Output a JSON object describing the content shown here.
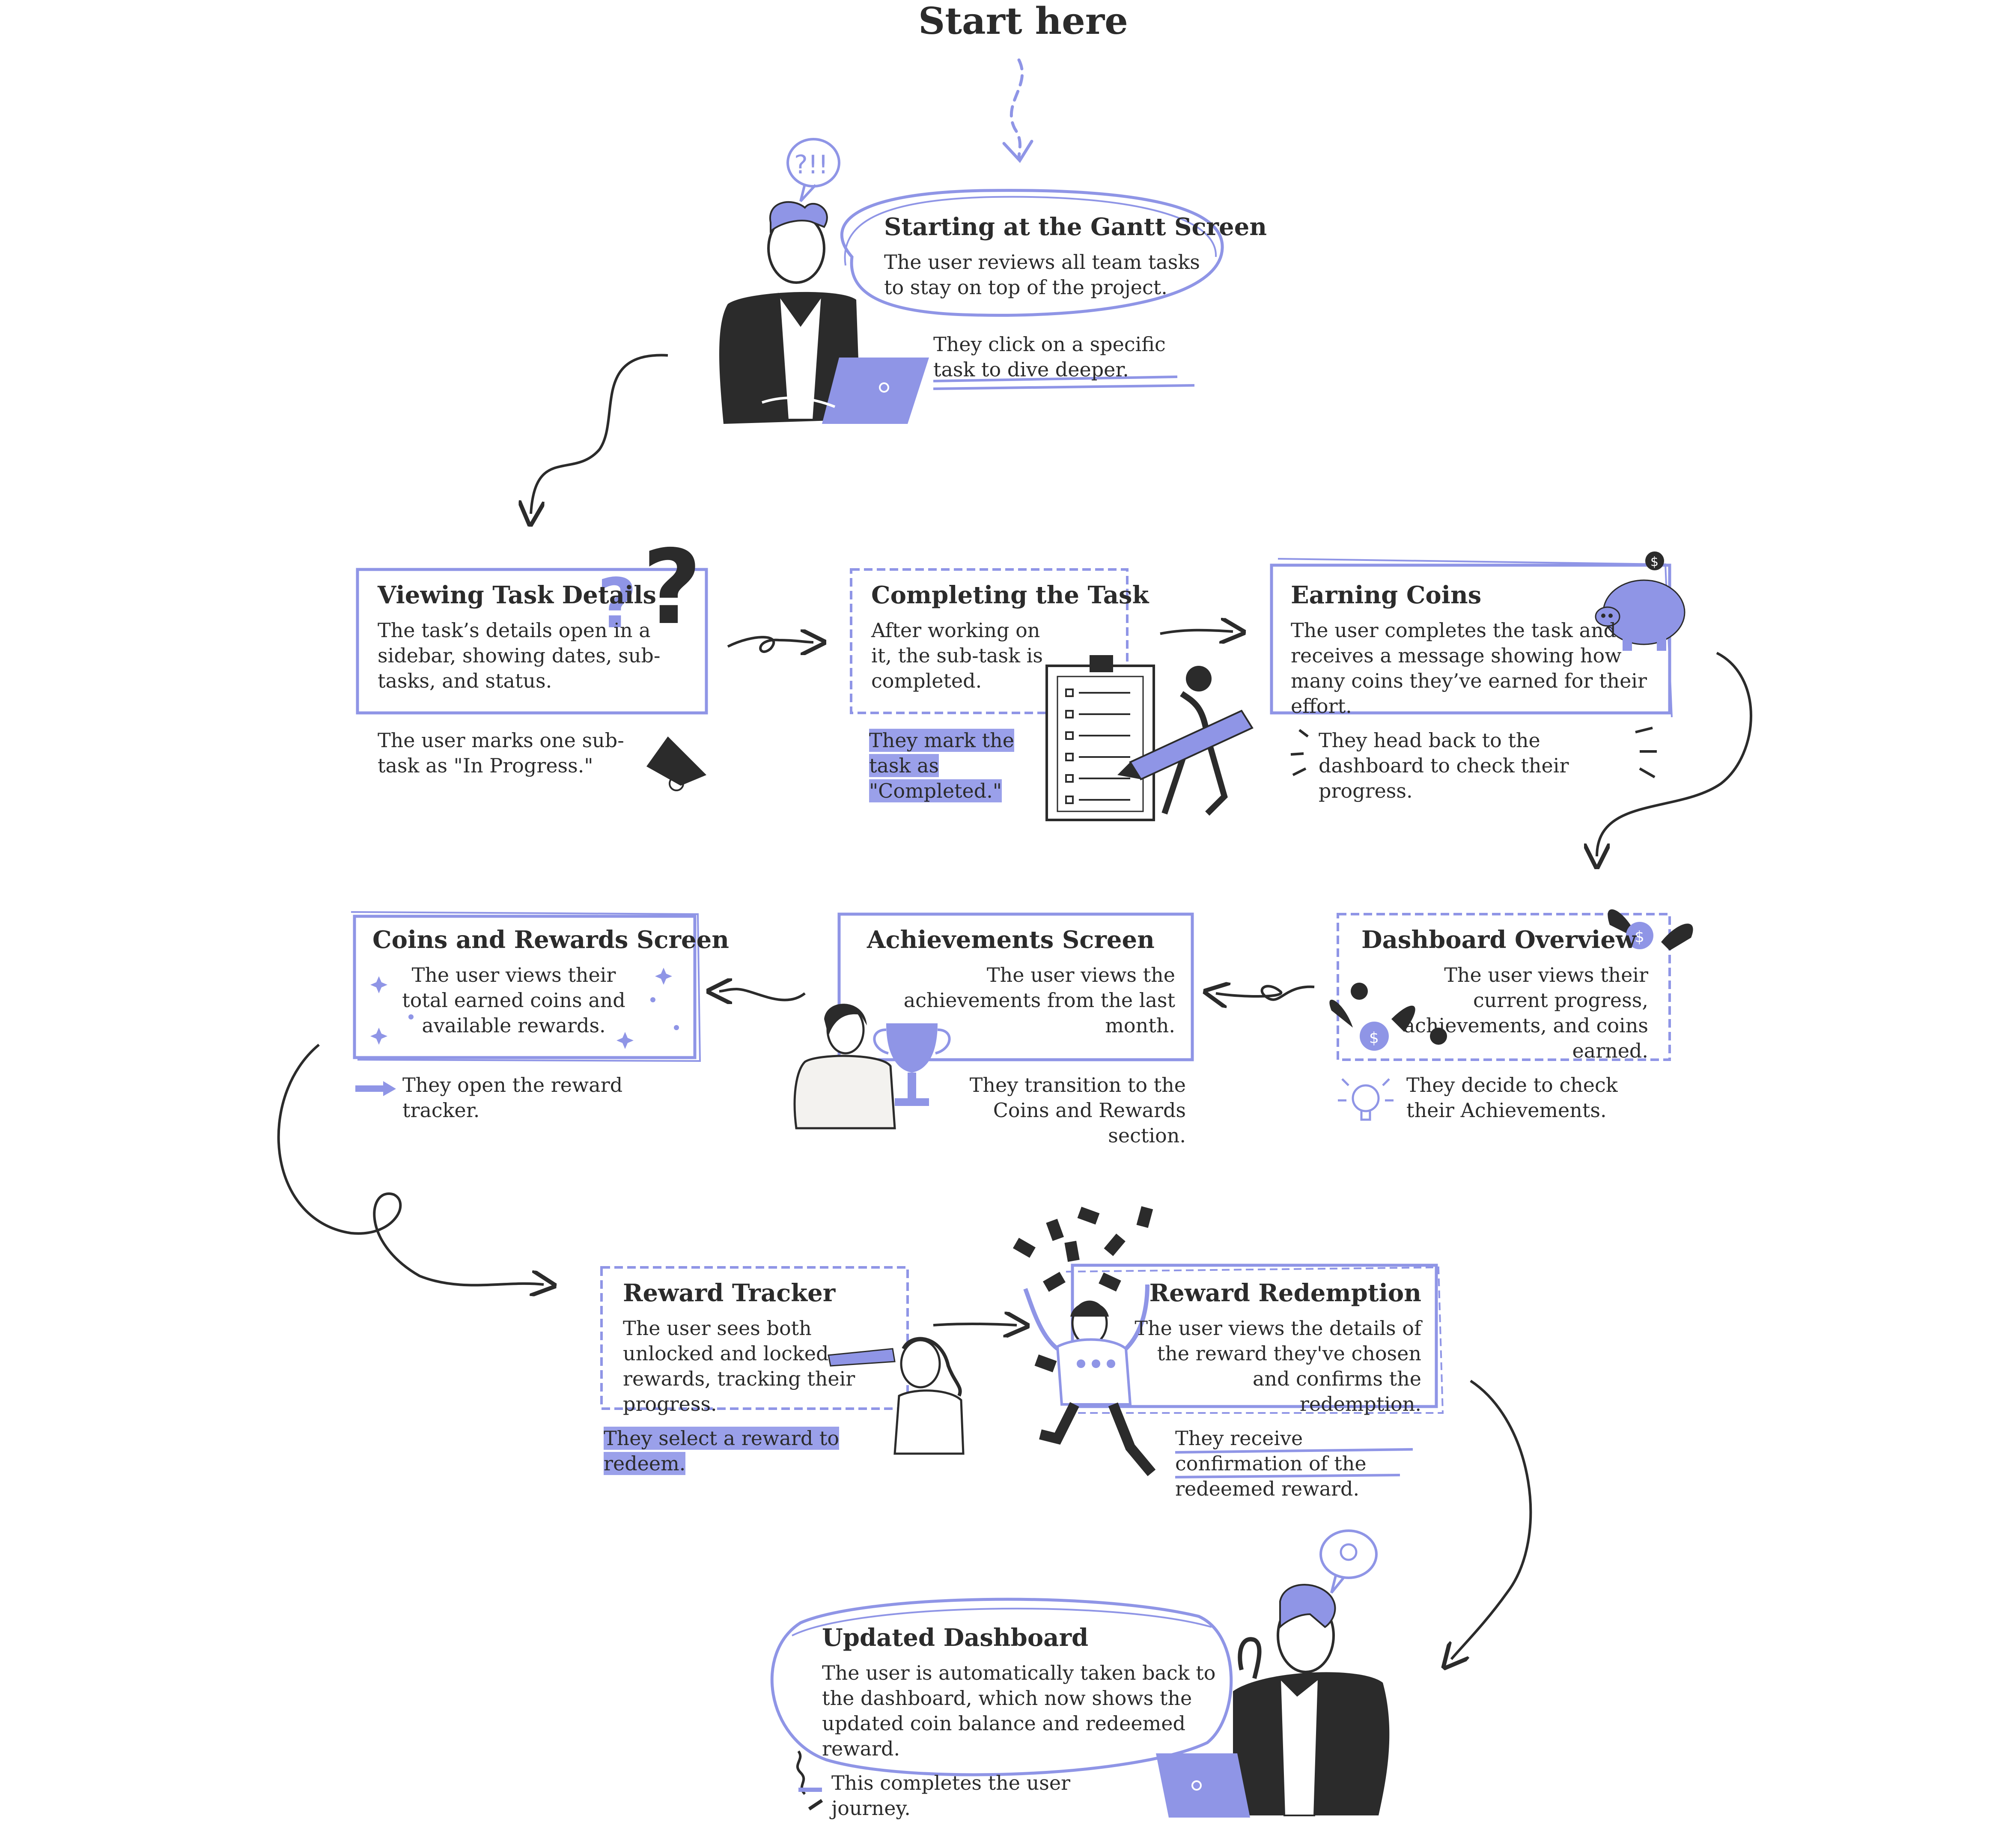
{
  "title": "Start here",
  "colors": {
    "accent": "#8f95e6",
    "ink": "#2b2b2b",
    "highlight": "#9aa0ea"
  },
  "steps": [
    {
      "title": "Starting at the Gantt Screen",
      "body": "The user reviews all team tasks to stay on top of the project.",
      "note": "They click on a specific task to dive deeper."
    },
    {
      "title": "Viewing Task Details",
      "body": "The task’s details open in a sidebar, showing dates, sub-tasks, and status.",
      "note": "The user marks one sub-task as \"In Progress.\""
    },
    {
      "title": "Completing the Task",
      "body": "After working on it, the sub-task is completed.",
      "note": "They mark the task as \"Completed.\""
    },
    {
      "title": "Earning Coins",
      "body": "The user completes the task and receives a message showing how many coins they’ve earned for their effort.",
      "note": "They head back to the dashboard to check their progress."
    },
    {
      "title": "Dashboard Overview",
      "body": "The user views their current progress, achievements, and coins earned.",
      "note": "They decide to check their Achievements."
    },
    {
      "title": "Achievements Screen",
      "body": "The user views the achievements from the last month.",
      "note": "They transition to the Coins and Rewards section."
    },
    {
      "title": "Coins and Rewards Screen",
      "body": "The user views their total earned coins and available rewards.",
      "note": "They open the reward tracker."
    },
    {
      "title": "Reward Tracker",
      "body": "The user sees both unlocked and locked rewards, tracking their progress.",
      "note": "They select a reward to redeem."
    },
    {
      "title": "Reward Redemption",
      "body": "The user views the details of the reward they've chosen and confirms the redemption.",
      "note": "They receive confirmation of the redeemed reward."
    },
    {
      "title": "Updated Dashboard",
      "body": "The user is automatically taken back to the dashboard, which now shows the updated coin balance and redeemed reward.",
      "note": "This completes the user journey."
    }
  ],
  "illustrations": {
    "speech_bubble_1": "?!!",
    "icons": [
      "person-laptop-icon",
      "question-marks-icon",
      "megaphone-icon",
      "clipboard-checklist-icon",
      "pencil-icon",
      "piggy-bank-icon",
      "coin-icon",
      "winged-coin-icon",
      "lightbulb-icon",
      "trophy-icon",
      "woman-icon",
      "sparkles-icon",
      "arrow-icon",
      "telescope-icon",
      "money-rain-icon",
      "jumping-man-icon"
    ]
  }
}
